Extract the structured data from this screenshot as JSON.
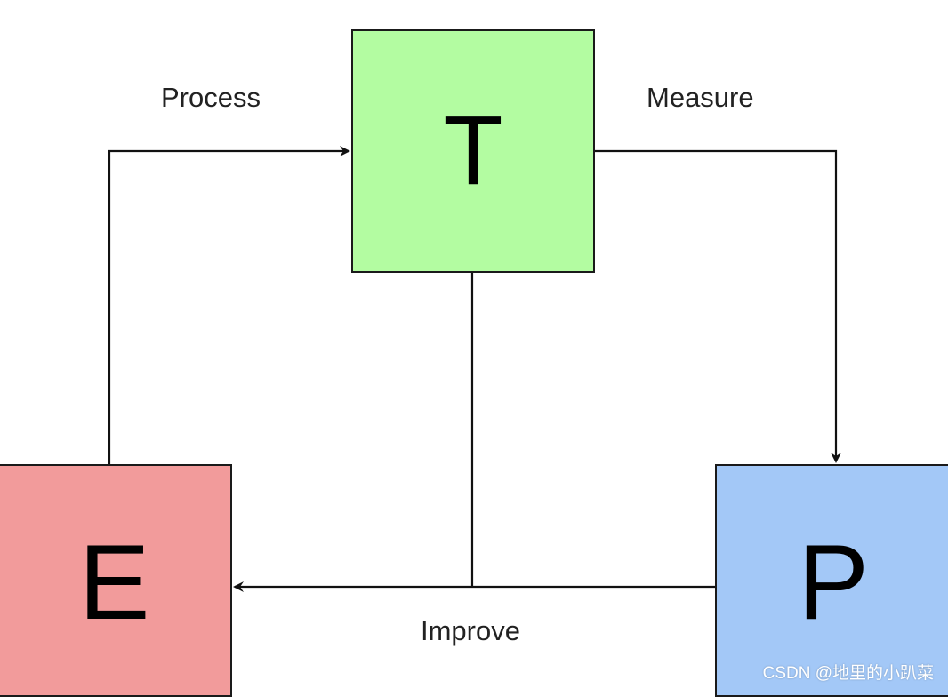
{
  "nodes": {
    "t": {
      "label": "T",
      "fill": "#b3fca1"
    },
    "e": {
      "label": "E",
      "fill": "#f29b9b"
    },
    "p": {
      "label": "P",
      "fill": "#a3c8f7"
    }
  },
  "edges": {
    "process": {
      "label": "Process",
      "from": "E",
      "to": "T"
    },
    "measure": {
      "label": "Measure",
      "from": "T",
      "to": "P"
    },
    "improve": {
      "label": "Improve",
      "from": "P",
      "to": "E"
    }
  },
  "watermark": {
    "text": "CSDN @地里的小趴菜"
  },
  "colors": {
    "line": "#111111",
    "node_border": "#1a1a1a",
    "background": "#ffffff"
  }
}
